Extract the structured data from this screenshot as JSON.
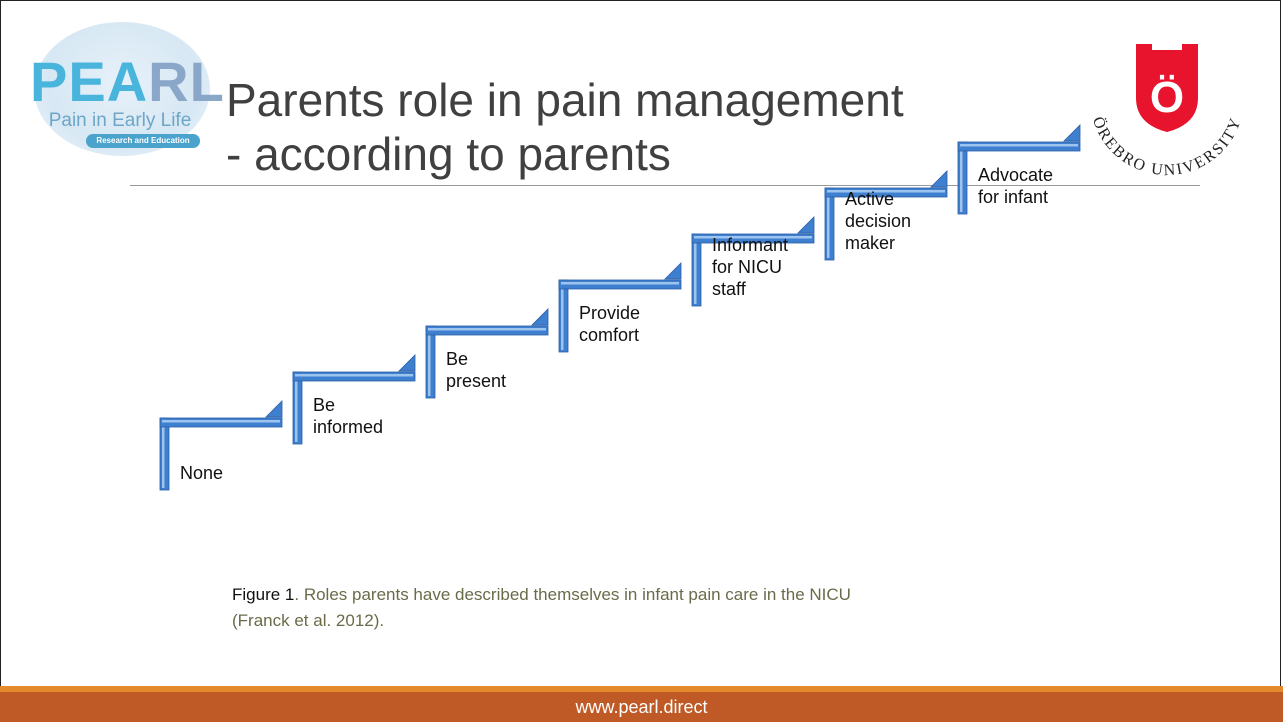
{
  "header": {
    "title_line1": "Parents role in pain management",
    "title_line2": "- according to parents"
  },
  "logos": {
    "pearl_word_a": "PEA",
    "pearl_word_b": "RL",
    "pearl_tagline": "Pain in Early Life",
    "pearl_pill": "Research and Education",
    "university_name": "ÖREBRO UNIVERSITY",
    "university_letter": "Ö"
  },
  "diagram": {
    "steps": [
      {
        "lines": [
          "None"
        ]
      },
      {
        "lines": [
          "Be",
          "informed"
        ]
      },
      {
        "lines": [
          "Be",
          "present"
        ]
      },
      {
        "lines": [
          "Provide",
          "comfort"
        ]
      },
      {
        "lines": [
          "Informant",
          "for NICU",
          "staff"
        ]
      },
      {
        "lines": [
          "Active",
          "decision",
          "maker"
        ]
      },
      {
        "lines": [
          "Advocate",
          "for infant"
        ]
      }
    ]
  },
  "caption": {
    "figure_label": "Figure 1",
    "text_line1": ". Roles parents have described themselves in infant pain care in the NICU",
    "text_line2": "(Franck et al. 2012)."
  },
  "footer": {
    "url": "www.pearl.direct"
  },
  "colors": {
    "step_blue": "#3f7fcf",
    "step_light": "#9cc4ee",
    "footer_bar": "#bf5a26",
    "footer_accent": "#e58a2a",
    "university_red": "#e8132c"
  }
}
